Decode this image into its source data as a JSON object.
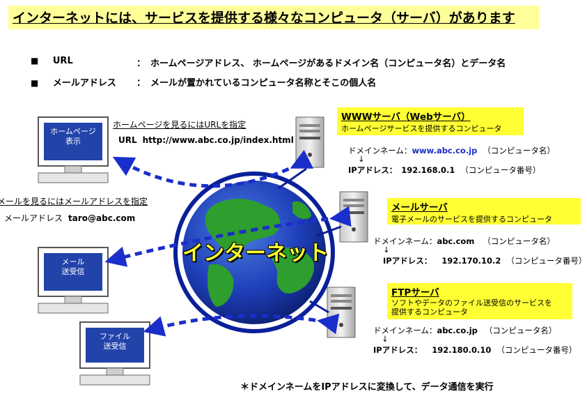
{
  "title": "インターネットには、サービスを提供する様々なコンピュータ（サーバ）があります",
  "definitions": [
    {
      "bullet": "■",
      "term": "URL",
      "sep": "：",
      "desc": "ホームページアドレス、 ホームページがあるドメイン名（コンピュータ名）とデータ名"
    },
    {
      "bullet": "■",
      "term": "メールアドレス",
      "sep": "：",
      "desc": "メールが置かれているコンピュータ名称とそこの個人名"
    }
  ],
  "clients": {
    "web": {
      "screen": [
        "ホームページ",
        "表示"
      ],
      "note": "ホームページを見るにはURLを指定",
      "url_label": "URL",
      "url_value": "http://www.abc.co.jp/index.html"
    },
    "mail": {
      "screen": [
        "メール",
        "送受信"
      ],
      "note": "メールを見るにはメールアドレスを指定",
      "addr_label": "メールアドレス",
      "addr_value": "taro@abc.com"
    },
    "file": {
      "screen": [
        "ファイル",
        "送受信"
      ]
    }
  },
  "center_label": "インターネット",
  "servers": {
    "www": {
      "heading": "WWWサーバ（Webサーバ）",
      "desc": "ホームページサービスを提供するコンピュータ",
      "domain_label": "ドメインネーム：",
      "domain_value": "www.abc.co.jp",
      "domain_note": "（コンピュータ名）",
      "arrow": "↓",
      "ip_label": "IPアドレス：",
      "ip_value": "192.168.0.1",
      "ip_note": "（コンピュータ番号）"
    },
    "mail": {
      "heading": "メールサーバ",
      "desc": "電子メールのサービスを提供するコンピュータ",
      "domain_label": "ドメインネーム：",
      "domain_value": "abc.com",
      "domain_note": "（コンピュータ名）",
      "arrow": "↓",
      "ip_label": "IPアドレス：",
      "ip_value": "192.170.10.2",
      "ip_note": "（コンピュータ番号）"
    },
    "ftp": {
      "heading": "FTPサーバ",
      "desc_lines": [
        "ソフトやデータのファイル送受信のサービスを",
        "提供するコンピュータ"
      ],
      "domain_label": "ドメインネーム：",
      "domain_value": "abc.co.jp",
      "domain_note": "（コンピュータ名）",
      "arrow": "↓",
      "ip_label": "IPアドレス：",
      "ip_value": "192.180.0.10",
      "ip_note": "（コンピュータ番号）"
    }
  },
  "footnote": "＊ドメインネームをIPアドレスに変換して、データ通信を実行",
  "colors": {
    "title_bg": "#ffff99",
    "box_yellow": "#ffff33",
    "arrow_blue": "#1a2ecc",
    "screen_blue": "#2244aa",
    "ocean": "#1e3fb8",
    "land": "#2e9e2e",
    "ring": "#0a1f9a"
  }
}
